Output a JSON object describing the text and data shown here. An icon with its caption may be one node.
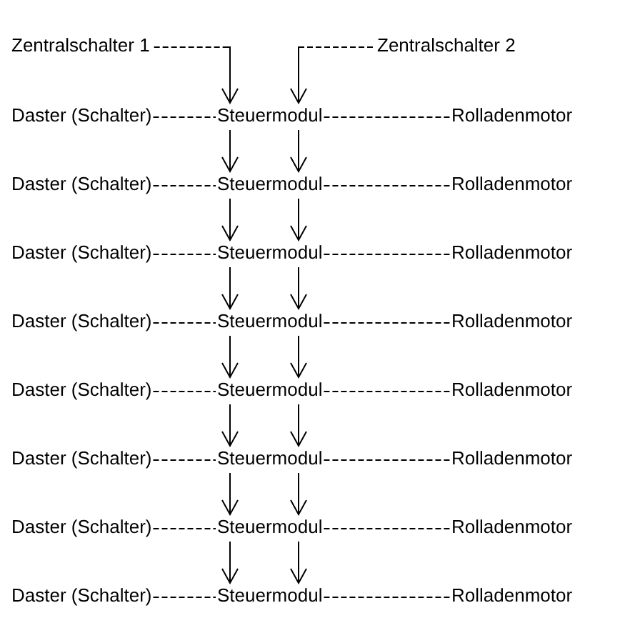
{
  "diagram": {
    "nodes": [
      {
        "text": [
          "Zentralschalter 1"
        ]
      },
      {
        "text": [
          "Zentralschalter 2"
        ]
      },
      {
        "text": [
          "Daster (Schalter)"
        ]
      },
      {
        "text": [
          "Steuermodul"
        ]
      },
      {
        "text": [
          "Rolladenmotor"
        ]
      },
      {
        "text": [
          "Daster (Schalter)"
        ]
      },
      {
        "text": [
          "Steuermodul"
        ]
      },
      {
        "text": [
          "Rolladenmotor"
        ]
      },
      {
        "text": [
          "Daster (Schalter)"
        ]
      },
      {
        "text": [
          "Steuermodul"
        ]
      },
      {
        "text": [
          "Rolladenmotor"
        ]
      },
      {
        "text": [
          "Daster (Schalter)"
        ]
      },
      {
        "text": [
          "Steuermodul"
        ]
      },
      {
        "text": [
          "Rolladenmotor"
        ]
      },
      {
        "text": [
          "Daster (Schalter)"
        ]
      },
      {
        "text": [
          "Steuermodul"
        ]
      },
      {
        "text": [
          "Rolladenmotor"
        ]
      },
      {
        "text": [
          "Daster (Schalter)"
        ]
      },
      {
        "text": [
          "Steuermodul"
        ]
      },
      {
        "text": [
          "Rolladenmotor"
        ]
      },
      {
        "text": [
          "Daster (Schalter)"
        ]
      },
      {
        "text": [
          "Steuermodul"
        ]
      },
      {
        "text": [
          "Rolladenmotor"
        ]
      },
      {
        "text": [
          "Daster (Schalter)"
        ]
      },
      {
        "text": [
          "Steuermodul"
        ]
      },
      {
        "text": [
          "Rolladenmotor"
        ]
      }
    ],
    "edges": [
      {
        "from": 0,
        "to": 3,
        "arrow": "to",
        "style": "dashed"
      },
      {
        "from": 1,
        "to": 3,
        "arrow": "to",
        "style": "dashed"
      },
      {
        "from": 2,
        "to": 3,
        "arrow": "none",
        "style": "dashed"
      },
      {
        "from": 3,
        "to": 4,
        "arrow": "none",
        "style": "dashed"
      },
      {
        "from": 3,
        "to": 6,
        "arrow": "to"
      },
      {
        "from": 3,
        "to": 6,
        "arrow": "to"
      },
      {
        "from": 5,
        "to": 6,
        "arrow": "none",
        "style": "dashed"
      },
      {
        "from": 6,
        "to": 7,
        "arrow": "none",
        "style": "dashed"
      },
      {
        "from": 6,
        "to": 9,
        "arrow": "to"
      },
      {
        "from": 6,
        "to": 9,
        "arrow": "to"
      },
      {
        "from": 8,
        "to": 9,
        "arrow": "none",
        "style": "dashed"
      },
      {
        "from": 9,
        "to": 10,
        "arrow": "none",
        "style": "dashed"
      },
      {
        "from": 9,
        "to": 12,
        "arrow": "to"
      },
      {
        "from": 9,
        "to": 12,
        "arrow": "to"
      },
      {
        "from": 11,
        "to": 12,
        "arrow": "none",
        "style": "dashed"
      },
      {
        "from": 12,
        "to": 13,
        "arrow": "none",
        "style": "dashed"
      },
      {
        "from": 12,
        "to": 15,
        "arrow": "to"
      },
      {
        "from": 12,
        "to": 15,
        "arrow": "to"
      },
      {
        "from": 14,
        "to": 15,
        "arrow": "none",
        "style": "dashed"
      },
      {
        "from": 15,
        "to": 16,
        "arrow": "none",
        "style": "dashed"
      },
      {
        "from": 15,
        "to": 18,
        "arrow": "to"
      },
      {
        "from": 15,
        "to": 18,
        "arrow": "to"
      },
      {
        "from": 17,
        "to": 18,
        "arrow": "none",
        "style": "dashed"
      },
      {
        "from": 18,
        "to": 19,
        "arrow": "none",
        "style": "dashed"
      },
      {
        "from": 18,
        "to": 21,
        "arrow": "to"
      },
      {
        "from": 18,
        "to": 21,
        "arrow": "to"
      },
      {
        "from": 20,
        "to": 21,
        "arrow": "none",
        "style": "dashed"
      },
      {
        "from": 21,
        "to": 22,
        "arrow": "none",
        "style": "dashed"
      },
      {
        "from": 21,
        "to": 24,
        "arrow": "to"
      },
      {
        "from": 21,
        "to": 24,
        "arrow": "to"
      },
      {
        "from": 23,
        "to": 24,
        "arrow": "none",
        "style": "dashed"
      },
      {
        "from": 24,
        "to": 25,
        "arrow": "none",
        "style": "dashed"
      }
    ]
  }
}
